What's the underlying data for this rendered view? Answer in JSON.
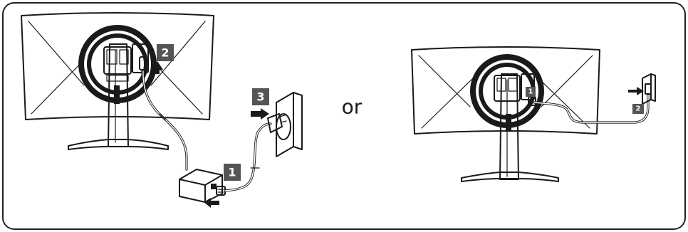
{
  "left_scene": {
    "steps": [
      {
        "label": "1",
        "name": "step-1-badge"
      },
      {
        "label": "2",
        "name": "step-2-badge"
      },
      {
        "label": "3",
        "name": "step-3-badge"
      }
    ]
  },
  "separator": {
    "text": "or"
  },
  "right_scene": {
    "steps": [
      {
        "label": "1",
        "name": "step-1-badge"
      },
      {
        "label": "2",
        "name": "step-2-badge"
      }
    ]
  },
  "colors": {
    "line": "#1a1a1a",
    "badge": "#555555",
    "frame": "#222222"
  }
}
